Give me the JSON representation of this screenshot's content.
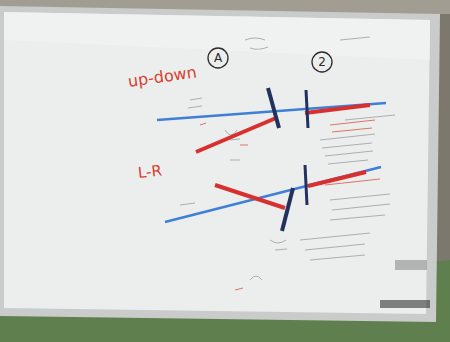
{
  "diagram": {
    "nodes": [
      {
        "text": [
          "A"
        ]
      },
      {
        "text": [
          "2"
        ]
      }
    ],
    "labels": [
      "up-down",
      "L-R"
    ]
  }
}
